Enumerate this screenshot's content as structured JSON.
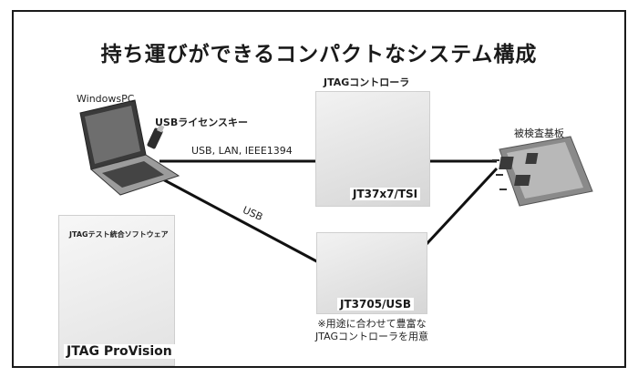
{
  "title": "持ち運びができるコンパクトなシステム構成",
  "labels": {
    "windows_pc": "WindowsPC",
    "usb_license_key": "USBライセンスキー",
    "jtag_controller": "JTAGコントローラ",
    "board": "被検査基板",
    "link_top": "USB, LAN, IEEE1394",
    "link_usb": "USB",
    "jt37": "JT37x7/TSI",
    "jt3705": "JT3705/USB",
    "note_line1": "※用途に合わせて豊富な",
    "note_line2": "JTAGコントローラを用意",
    "software_header": "JTAGテスト統合ソフトウェア",
    "provision": "JTAG ProVision"
  }
}
